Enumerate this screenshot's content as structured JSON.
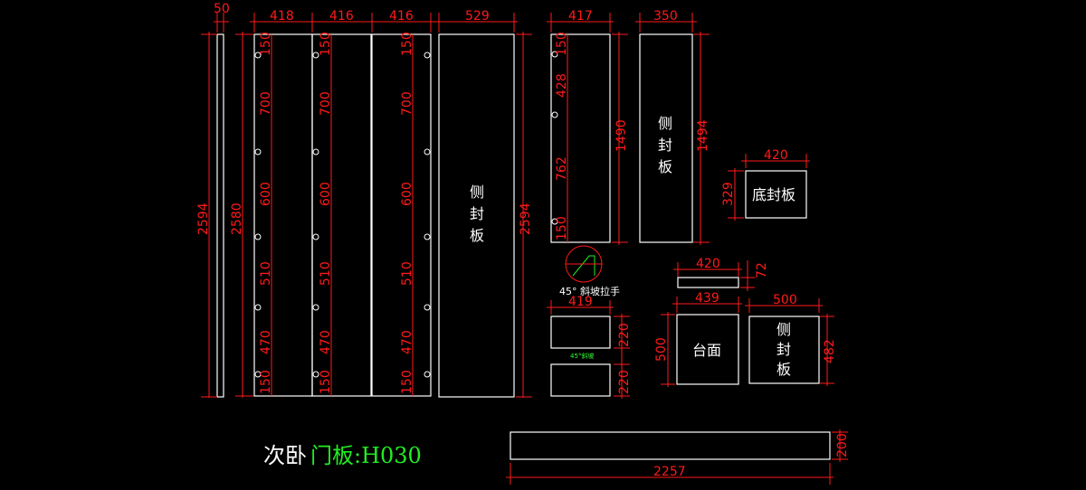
{
  "title": {
    "part1": "次卧",
    "part2": "门板:H030"
  },
  "colors": {
    "background": "#000000",
    "panel": "#ffffff",
    "dimension": "#ff1a1a",
    "accent": "#22ee22"
  },
  "dimensions": {
    "strip_width": "50",
    "door_width_1": "418",
    "door_width_2": "416",
    "door_width_3": "416",
    "side_panel_width": "529",
    "drawer_front_width": "417",
    "tall_side_width": "350",
    "bottom_panel_width": "420",
    "strip2_width": "420",
    "strip2_height": "72",
    "countertop_width": "439",
    "small_side_width": "500",
    "bevel_panel_width": "419",
    "long_panel_width": "2257",
    "total_height_left": "2594",
    "door_height": "2580",
    "side_panel_height": "2594",
    "drawer_front_height": "1490",
    "tall_side_height": "1494",
    "bottom_panel_height": "329",
    "countertop_height": "500",
    "small_side_height": "482",
    "bevel_panel_h1": "220",
    "bevel_panel_h2": "220",
    "long_panel_height": "200"
  },
  "hinge_spacing": [
    "150",
    "700",
    "600",
    "510",
    "470",
    "150"
  ],
  "drawer_spacing": [
    "150",
    "428",
    "762",
    "150"
  ],
  "labels": {
    "side_panel": [
      "侧",
      "封",
      "板"
    ],
    "bottom_panel": "底封板",
    "countertop": "台面",
    "bevel_handle": "45° 斜坡拉手",
    "bevel_note": "45°斜坡"
  }
}
